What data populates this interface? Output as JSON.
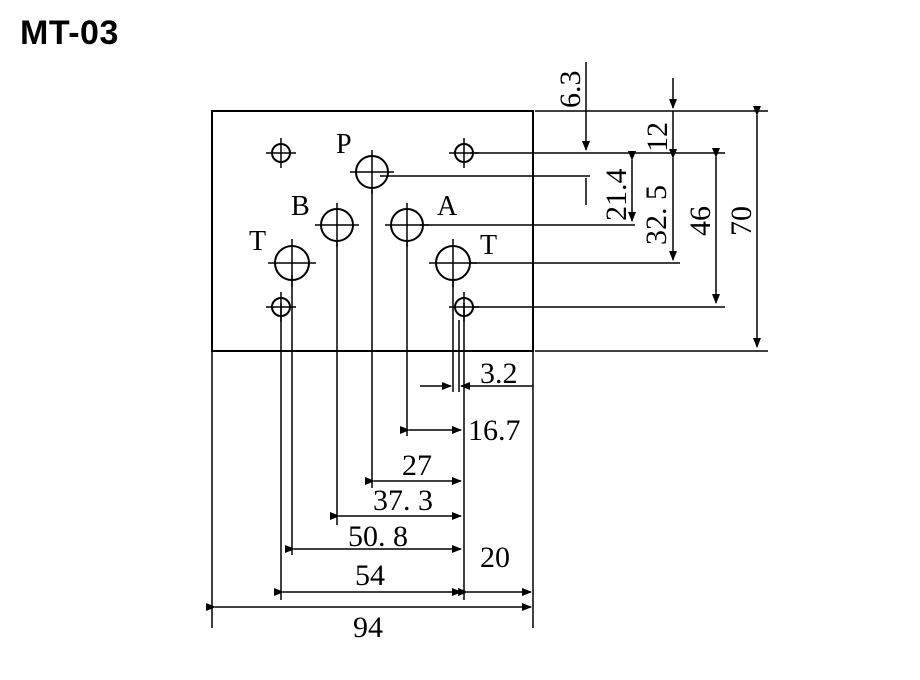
{
  "title": "MT-03",
  "port_labels": {
    "p": "P",
    "a": "A",
    "b": "B",
    "t_left": "T",
    "t_right": "T"
  },
  "dimensions": {
    "d_6_3": "6.3",
    "d_12": "12",
    "d_21_4": "21.4",
    "d_32_5": "32. 5",
    "d_46": "46",
    "d_70": "70",
    "d_3_2": "3.2",
    "d_16_7": "16.7",
    "d_27": "27",
    "d_37_3": "37. 3",
    "d_50_8": "50. 8",
    "d_54": "54",
    "d_20": "20",
    "d_94": "94"
  },
  "colors": {
    "line": "#000000",
    "background": "#ffffff"
  }
}
